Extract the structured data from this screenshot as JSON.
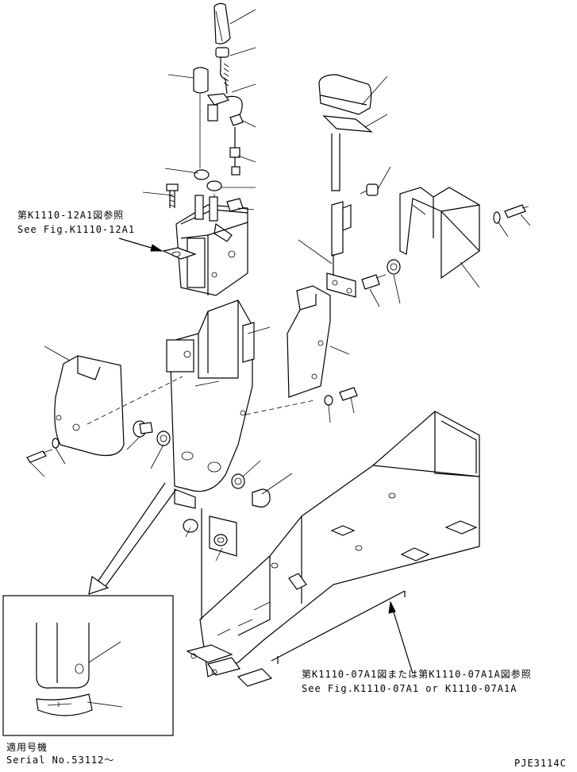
{
  "references": {
    "top_left": {
      "jp": "第K1110-12A1図参照",
      "en": "See Fig.K1110-12A1"
    },
    "bottom_right": {
      "jp": "第K1110-07A1図または第K1110-07A1A図参照",
      "en": "See Fig.K1110-07A1 or K1110-07A1A"
    }
  },
  "inset": {
    "jp": "適用号機",
    "serial": "Serial No.53112～"
  },
  "drawing_code": "PJE3114C"
}
